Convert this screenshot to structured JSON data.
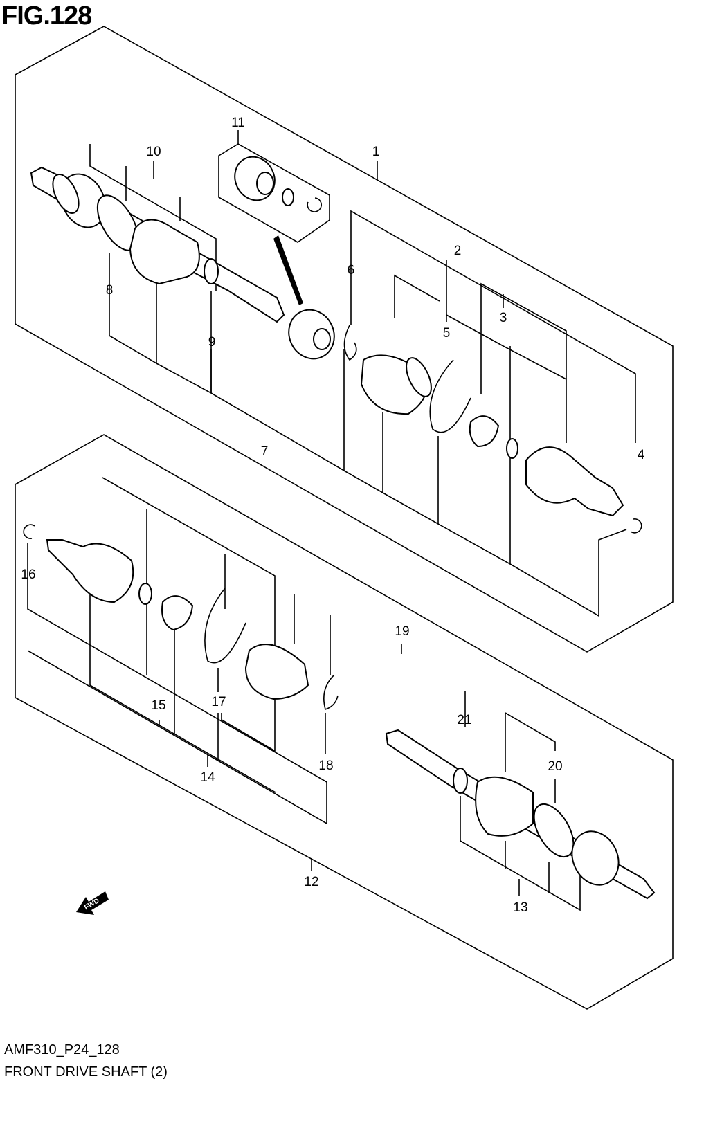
{
  "figure": {
    "title": "FIG.128",
    "code": "AMF310_P24_128",
    "caption": "FRONT DRIVE SHAFT (2)"
  },
  "fwd_label": "FWD",
  "callouts": [
    "1",
    "2",
    "3",
    "4",
    "5",
    "6",
    "7",
    "8",
    "9",
    "10",
    "11",
    "12",
    "13",
    "14",
    "15",
    "16",
    "17",
    "18",
    "19",
    "20",
    "21"
  ]
}
